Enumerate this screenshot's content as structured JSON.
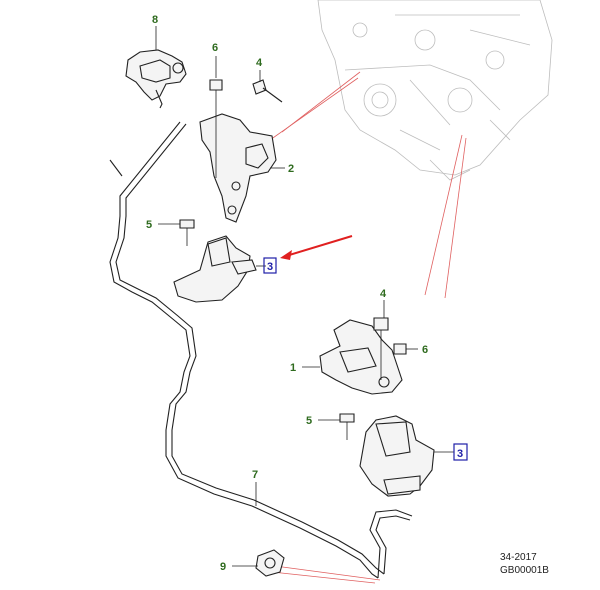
{
  "callouts": {
    "c1": "1",
    "c2": "2",
    "c3a": "3",
    "c3b": "3",
    "c4a": "4",
    "c4b": "4",
    "c5a": "5",
    "c5b": "5",
    "c6a": "6",
    "c6b": "6",
    "c7": "7",
    "c8": "8",
    "c9": "9"
  },
  "footer": {
    "code": "34-2017",
    "ref": "GB00001B"
  },
  "colors": {
    "callout_green": "#2f6b1f",
    "callout_box_blue": "#1f1fa8",
    "arrow_red": "#e02020",
    "leader_red": "#e06060"
  }
}
